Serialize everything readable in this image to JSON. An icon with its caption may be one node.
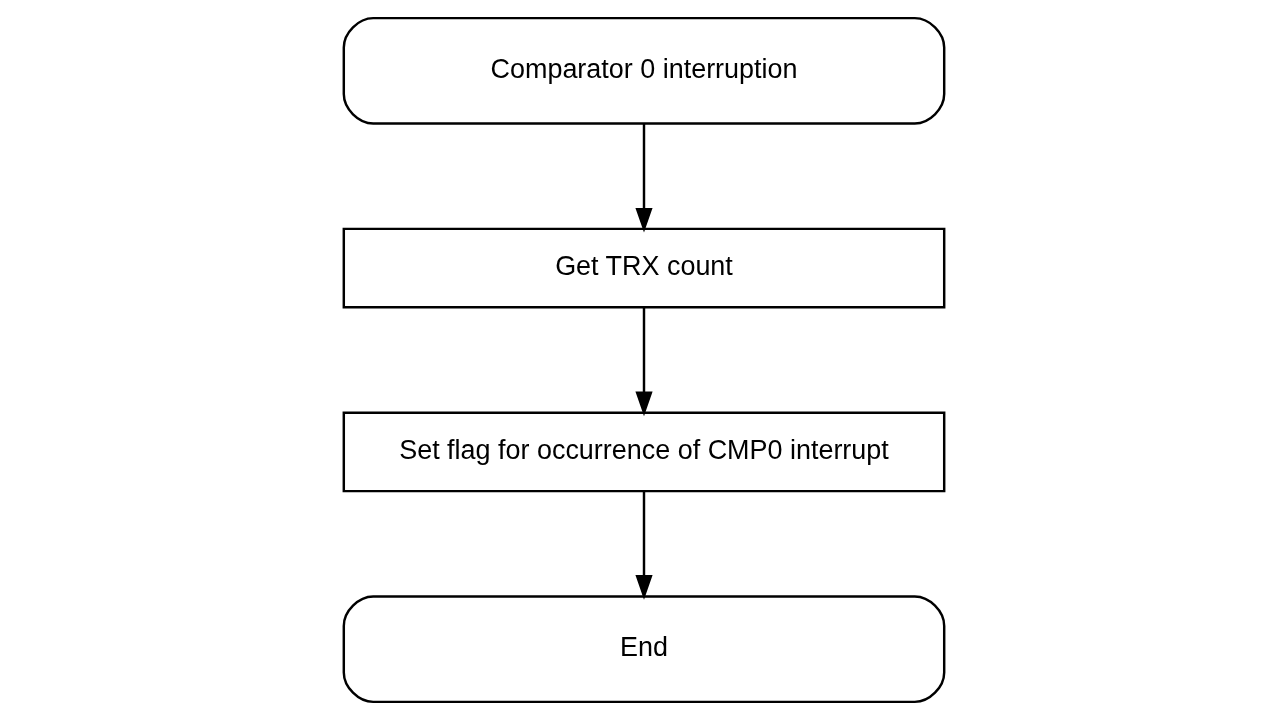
{
  "diagram": {
    "nodes": [
      {
        "text": [
          "Comparator 0 interruption"
        ]
      },
      {
        "text": [
          "Get TRX count"
        ]
      },
      {
        "text": [
          "Set flag for occurrence of CMP0 interrupt"
        ]
      },
      {
        "text": [
          "End"
        ]
      }
    ],
    "edges": [
      {
        "from": 0,
        "to": 1,
        "arrow": "to"
      },
      {
        "from": 1,
        "to": 2,
        "arrow": "to"
      },
      {
        "from": 2,
        "to": 3,
        "arrow": "to"
      }
    ]
  }
}
